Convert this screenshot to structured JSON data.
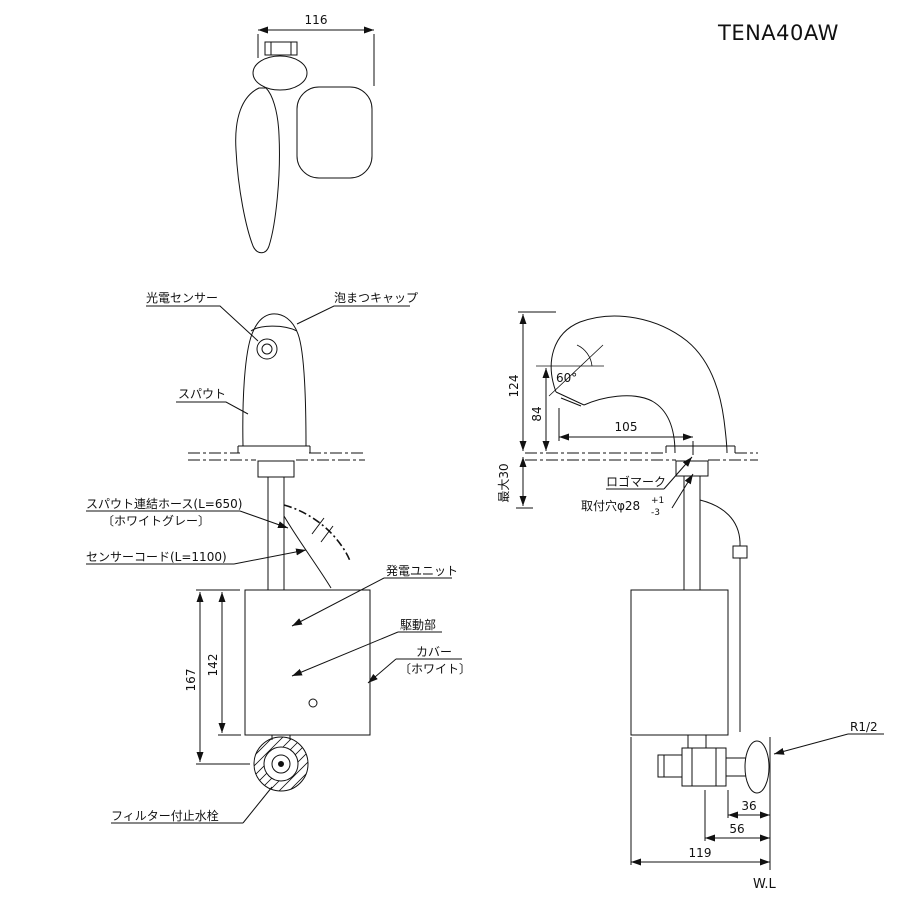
{
  "title": "TENA40AW",
  "top_view": {
    "dim_width": "116"
  },
  "front_view": {
    "labels": {
      "photo_sensor": "光電センサー",
      "foam_cap": "泡まつキャップ",
      "spout": "スパウト",
      "hose_line1": "スパウト連結ホース(L=650)",
      "hose_line2": "〔ホワイトグレー〕",
      "sensor_cord": "センサーコード(L=1100)",
      "generator_unit": "発電ユニット",
      "drive_unit": "駆動部",
      "cover_line1": "カバー",
      "cover_line2": "〔ホワイト〕",
      "filter_stop_valve": "フィルター付止水栓"
    },
    "dims": {
      "outer_height": "167",
      "cover_height": "142"
    }
  },
  "side_view": {
    "labels": {
      "logo_mark": "ロゴマーク",
      "mount_hole": "取付穴φ28",
      "mount_hole_tol_upper": "+1",
      "mount_hole_tol_lower": "-3",
      "thread": "R1/2",
      "water_line": "W.L"
    },
    "dims": {
      "total_height": "124",
      "spout_height": "84",
      "angle": "60°",
      "reach": "105",
      "max_thickness": "最大30",
      "wall_offset_1": "36",
      "wall_offset_2": "56",
      "wall_offset_3": "119"
    }
  }
}
